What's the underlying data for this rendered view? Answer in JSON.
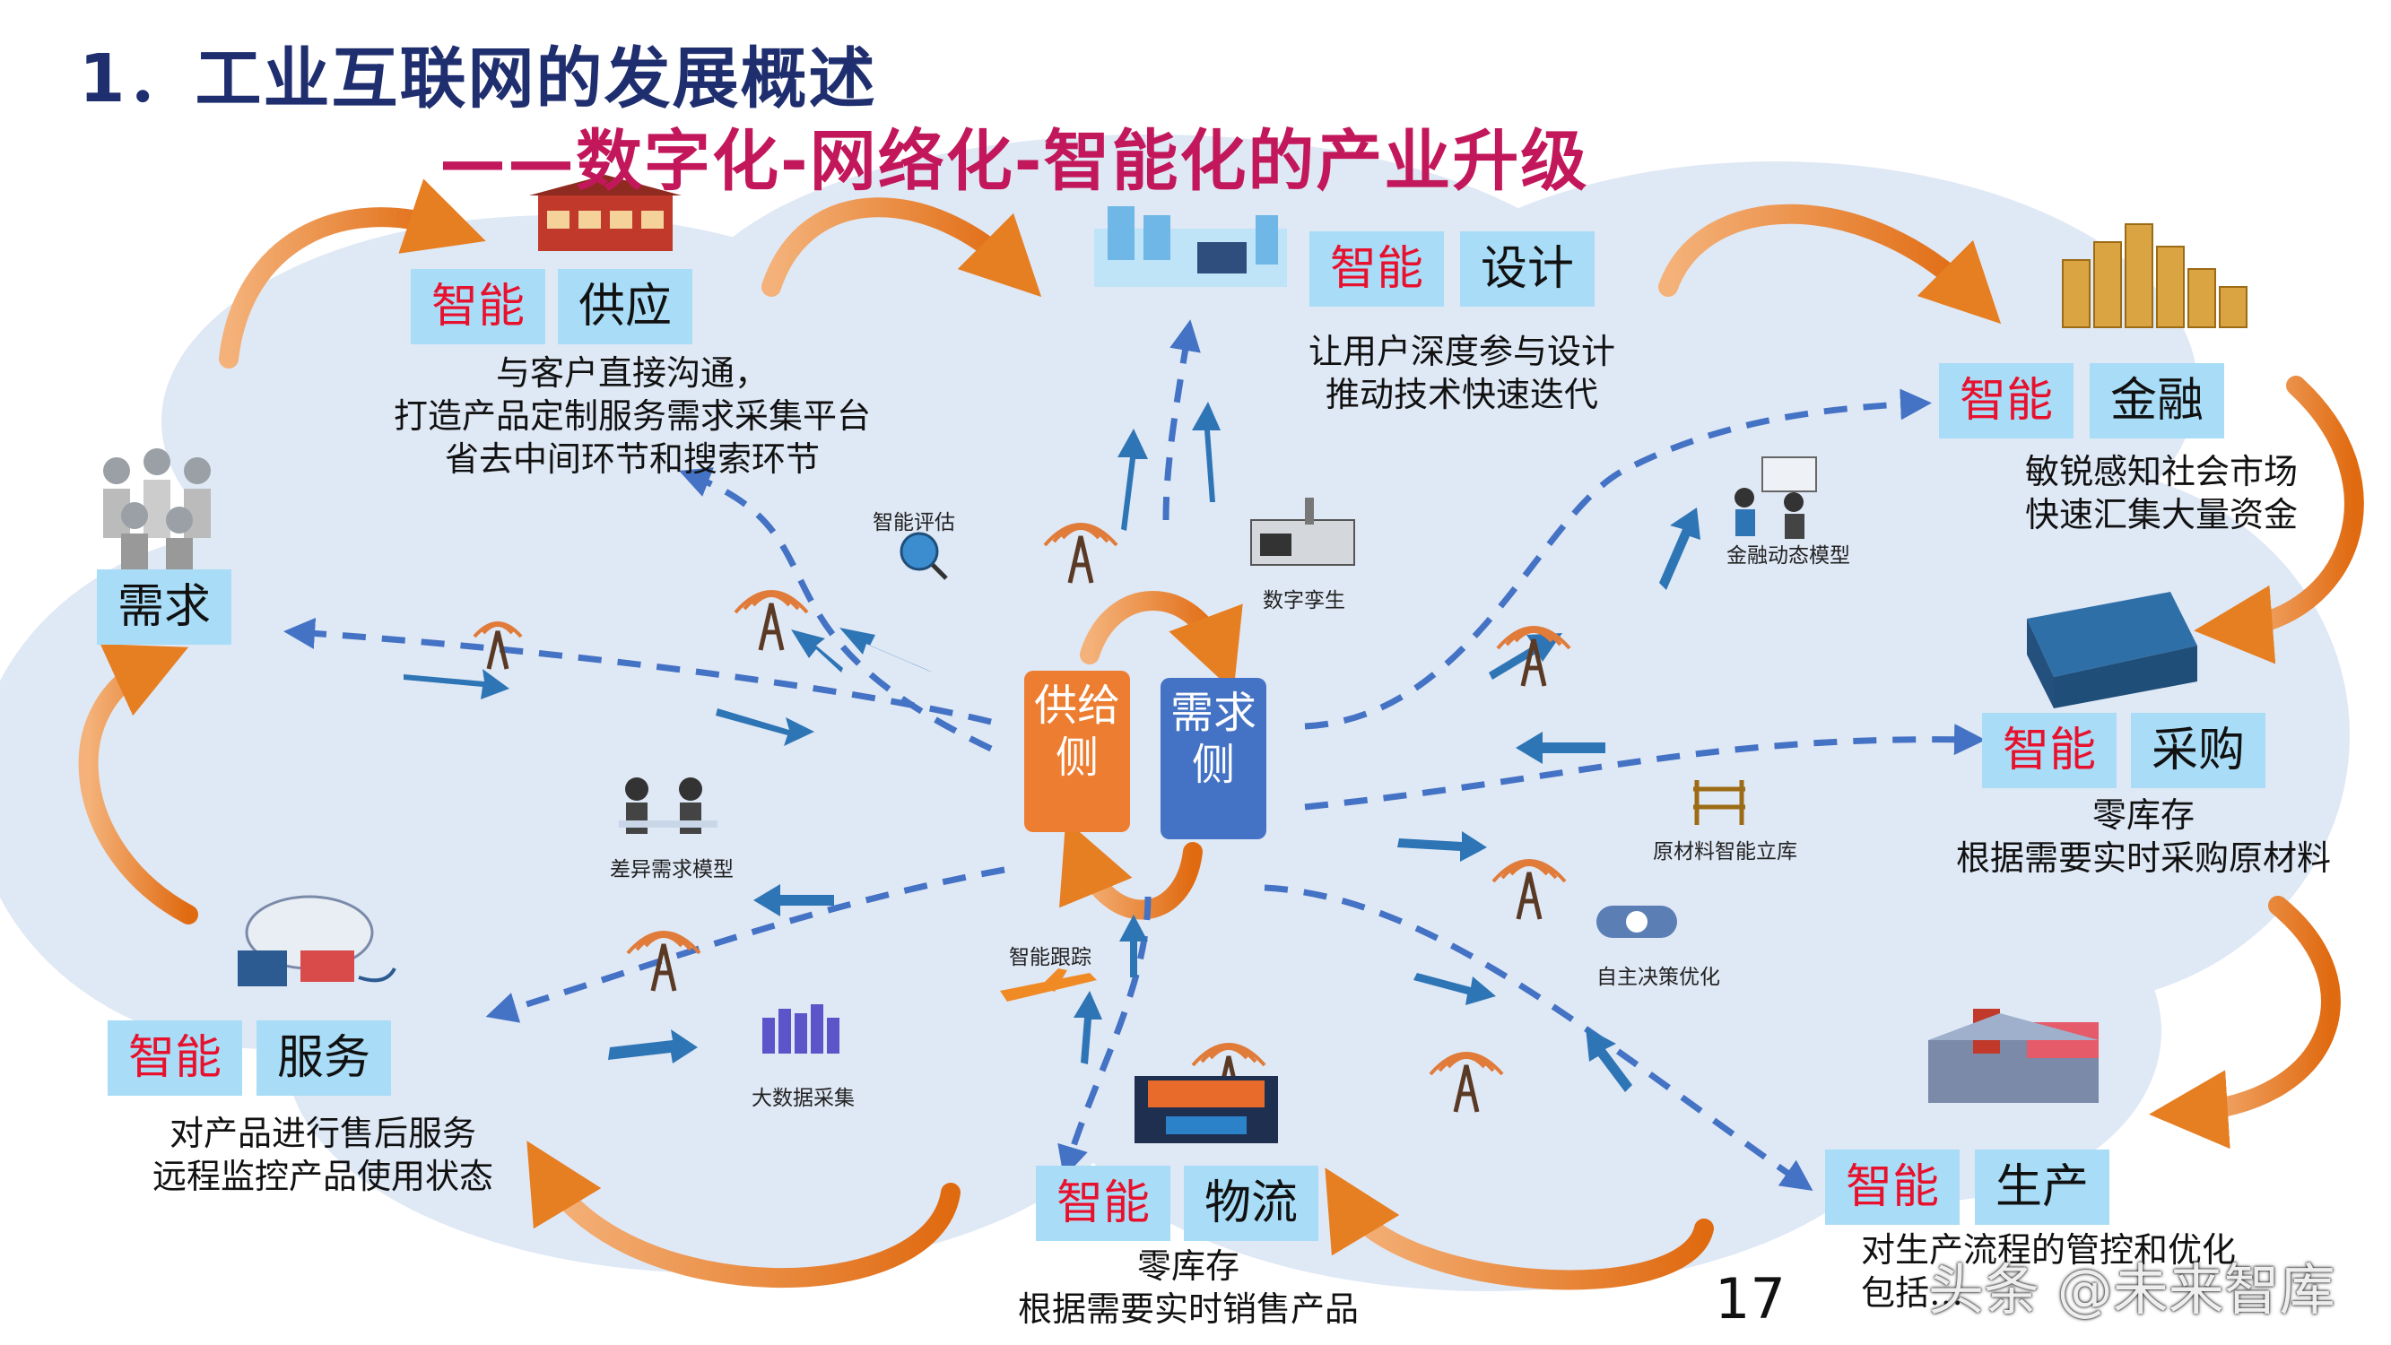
{
  "title": {
    "line1": "1．工业互联网的发展概述",
    "line2": "——数字化-网络化-智能化的产业升级"
  },
  "center": {
    "supply": "供给侧",
    "demand": "需求侧"
  },
  "nodes": {
    "supply_chain": {
      "smart": "智能",
      "name": "供应",
      "desc1": "与客户直接沟通，",
      "desc2": "打造产品定制服务需求采集平台",
      "desc3": "省去中间环节和搜索环节"
    },
    "design": {
      "smart": "智能",
      "name": "设计",
      "desc1": "让用户深度参与设计",
      "desc2": "推动技术快速迭代"
    },
    "finance": {
      "smart": "智能",
      "name": "金融",
      "desc1": "敏锐感知社会市场",
      "desc2": "快速汇集大量资金"
    },
    "purchase": {
      "smart": "智能",
      "name": "采购",
      "desc1": "零库存",
      "desc2": "根据需要实时采购原材料"
    },
    "production": {
      "smart": "智能",
      "name": "生产",
      "desc1": "对生产流程的管控和优化",
      "desc2": "包括…"
    },
    "logistics": {
      "smart": "智能",
      "name": "物流",
      "desc1": "零库存",
      "desc2": "根据需要实时销售产品"
    },
    "service": {
      "smart": "智能",
      "name": "服务",
      "desc1": "对产品进行售后服务",
      "desc2": "远程监控产品使用状态"
    },
    "demand": {
      "name": "需求"
    }
  },
  "labels": {
    "smart_eval": "智能评估",
    "digital_twin": "数字孪生",
    "finance_model": "金融动态模型",
    "diff_demand": "差异需求模型",
    "raw_material": "原材料智能立库",
    "auto_decision": "自主决策优化",
    "smart_tracking": "智能跟踪",
    "big_data": "大数据采集"
  },
  "page_number": "17",
  "watermark": "头条 @未来智库",
  "colors": {
    "title_blue": "#1f2e6e",
    "title_red": "#c2185b",
    "smart_red": "#e8112d",
    "tag_bg": "#a9dcf6",
    "cloud": "#dbe6f4",
    "dash_blue": "#4472c4",
    "arrow_orange": "#e67e22",
    "supply_orange": "#ed7d31",
    "demand_blue": "#4472c4"
  }
}
